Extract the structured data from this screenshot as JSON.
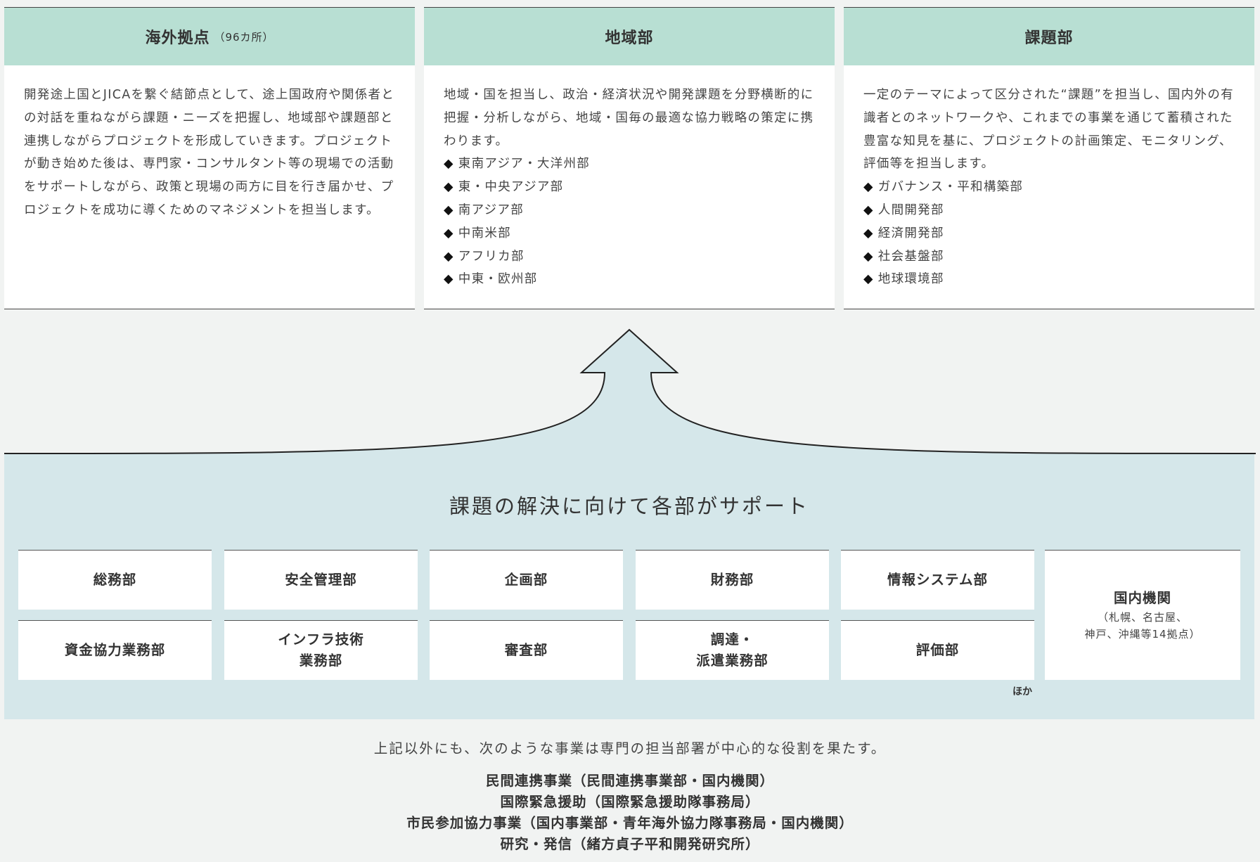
{
  "top_boxes": [
    {
      "title": "海外拠点",
      "title_sub": "（96カ所）",
      "text": "開発途上国とJICAを繋ぐ結節点として、途上国政府や関係者との対話を重ねながら課題・ニーズを把握し、地域部や課題部と連携しながらプロジェクトを形成していきます。プロジェクトが動き始めた後は、専門家・コンサルタント等の現場での活動をサポートしながら、政策と現場の両方に目を行き届かせ、プロジェクトを成功に導くためのマネジメントを担当します。",
      "items": []
    },
    {
      "title": "地域部",
      "title_sub": "",
      "text": "地域・国を担当し、政治・経済状況や開発課題を分野横断的に把握・分析しながら、地域・国毎の最適な協力戦略の策定に携わります。",
      "items": [
        "東南アジア・大洋州部",
        "東・中央アジア部",
        "南アジア部",
        "中南米部",
        "アフリカ部",
        "中東・欧州部"
      ]
    },
    {
      "title": "課題部",
      "title_sub": "",
      "text": "一定のテーマによって区分された“課題”を担当し、国内外の有識者とのネットワークや、これまでの事業を通じて蓄積された豊富な知見を基に、プロジェクトの計画策定、モニタリング、評価等を担当します。",
      "items": [
        "ガバナンス・平和構築部",
        "人間開発部",
        "経済開発部",
        "社会基盤部",
        "地球環境部"
      ]
    }
  ],
  "support": {
    "title": "課題の解決に向けて各部がサポート",
    "departments_row1": [
      "総務部",
      "安全管理部",
      "企画部",
      "財務部",
      "情報システム部"
    ],
    "departments_row2": [
      {
        "line1": "資金協力業務部",
        "line2": ""
      },
      {
        "line1": "インフラ技術",
        "line2": "業務部"
      },
      {
        "line1": "審査部",
        "line2": ""
      },
      {
        "line1": "調達・",
        "line2": "派遣業務部"
      },
      {
        "line1": "評価部",
        "line2": ""
      }
    ],
    "domestic": {
      "title": "国内機関",
      "note_line1": "（札幌、名古屋、",
      "note_line2": "神戸、沖縄等14拠点）"
    },
    "others_label": "ほか"
  },
  "footer": {
    "intro": "上記以外にも、次のような事業は専門の担当部署が中心的な役割を果たす。",
    "items": [
      "民間連携事業（民間連携事業部・国内機関）",
      "国際緊急援助（国際緊急援助隊事務局）",
      "市民参加協力事業（国内事業部・青年海外協力隊事務局・国内機関）",
      "研究・発信（緒方貞子平和開発研究所）"
    ]
  },
  "colors": {
    "header_green": "#b8dfd3",
    "support_blue": "#d5e7ea",
    "background": "#f1f3f2"
  }
}
